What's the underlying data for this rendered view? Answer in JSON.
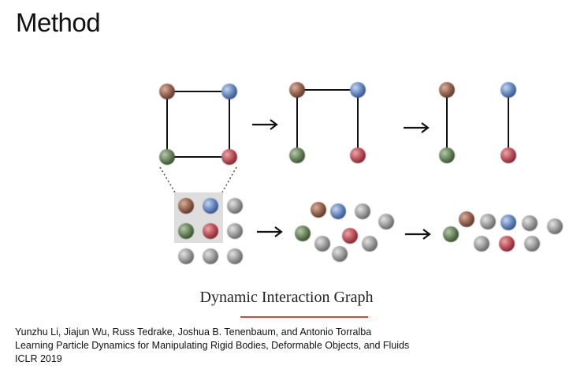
{
  "slide": {
    "title": "Method",
    "caption": "Dynamic Interaction Graph",
    "accent_color": "#e0462a",
    "citation": {
      "authors": "Yunzhu Li, Jiajun Wu, Russ Tedrake, Joshua B. Tenenbaum, and Antonio Torralba",
      "paper_title": "Learning Particle Dynamics for Manipulating Rigid Bodies, Deformable Objects, and Fluids",
      "venue": "ICLR 2019"
    }
  },
  "colors": {
    "brown": "#9c6a55",
    "blue": "#6f8fc6",
    "green": "#6f8a62",
    "red": "#c25660",
    "gray": "#a3a3a3",
    "edge": "#111111",
    "highlight_box": "#dedede"
  },
  "arrow_icon": "right-arrow-icon"
}
